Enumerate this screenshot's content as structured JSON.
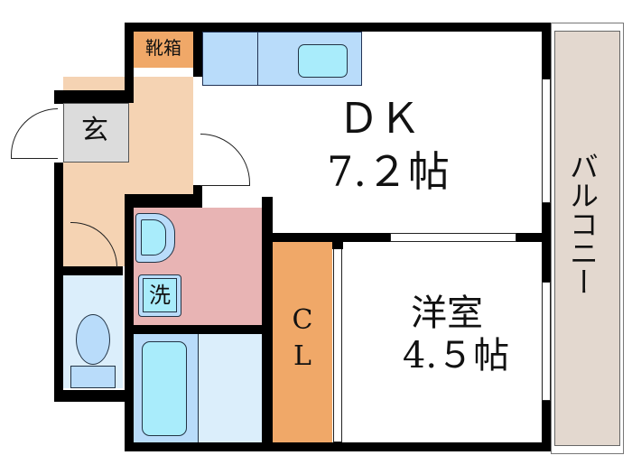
{
  "rooms": {
    "dk": {
      "name": "ＤＫ",
      "size": "7.２帖"
    },
    "western": {
      "name": "洋室",
      "size": "4.５帖"
    },
    "closet": {
      "label_c": "C",
      "label_l": "L"
    },
    "shoe_box": {
      "label": "靴箱"
    },
    "entrance": {
      "label": "玄"
    },
    "washer": {
      "label": "洗"
    },
    "balcony": {
      "label": "バルコニー"
    }
  },
  "colors": {
    "wall": "#000000",
    "hall": "#f5d3b3",
    "entrance": "#dcdcdc",
    "shoe_box": "#f0a868",
    "closet": "#f0a868",
    "kitchen": "#b9dcfa",
    "sink": "#a9ecfb",
    "washroom": "#e8b4b4",
    "bath": "#b9dcfa",
    "toilet_room": "#dbeefb",
    "balcony": "#e3d8cf"
  }
}
